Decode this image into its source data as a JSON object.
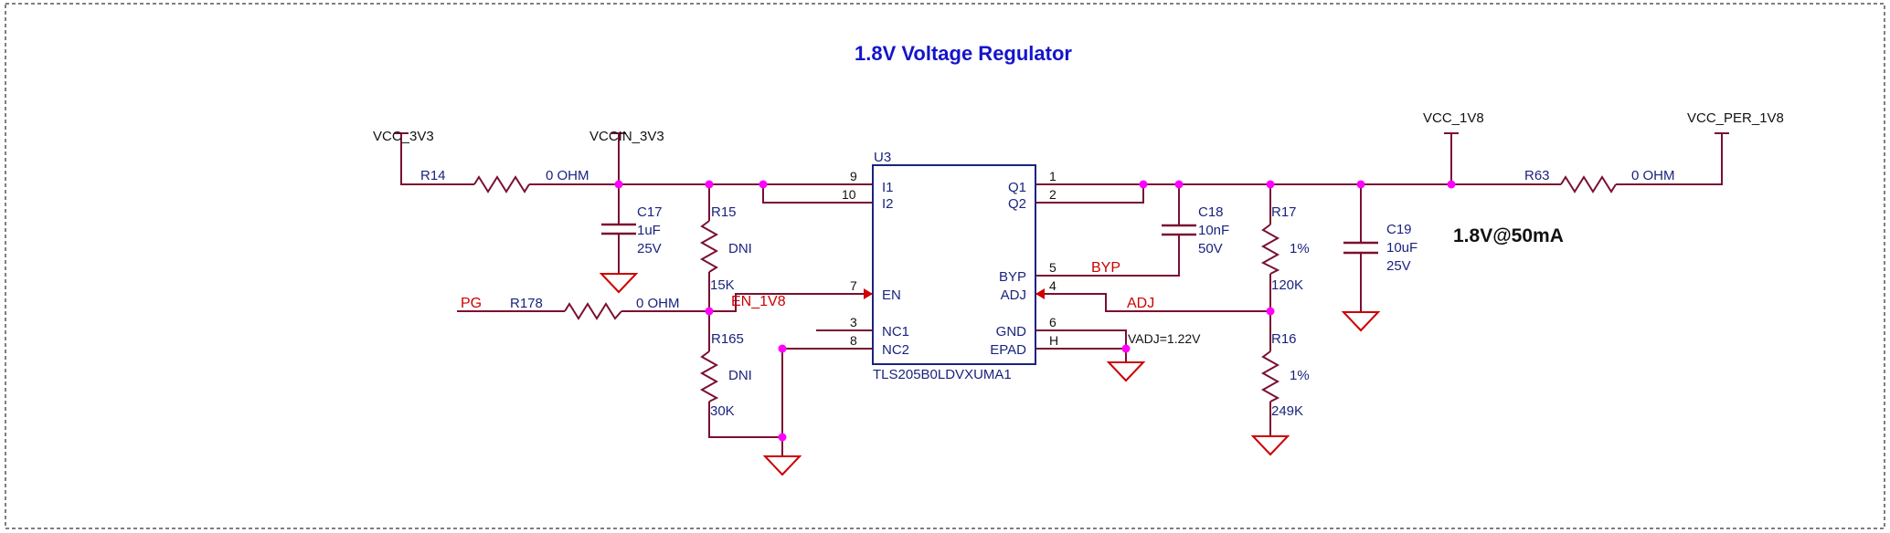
{
  "title": "1.8V Voltage Regulator",
  "note": "1.8V@50mA",
  "colors": {
    "wire": "#7a1030",
    "ink": "#1a237e",
    "net": "#cc0000",
    "title": "#1414cc",
    "junction": "#ff00ff",
    "border": "#555555"
  },
  "power_labels": {
    "vcc_3v3": "VCC_3V3",
    "vccin_3v3": "VCCIN_3V3",
    "vcc_1v8": "VCC_1V8",
    "vcc_per_1v8": "VCC_PER_1V8"
  },
  "net_labels": {
    "pg": "PG",
    "en_1v8": "EN_1V8",
    "byp": "BYP",
    "adj": "ADJ"
  },
  "annotation": "VADJ=1.22V",
  "resistors": {
    "r14": {
      "ref": "R14",
      "value": "0 OHM"
    },
    "r63": {
      "ref": "R63",
      "value": "0 OHM"
    },
    "r178": {
      "ref": "R178",
      "value": "0 OHM"
    },
    "r15": {
      "ref": "R15",
      "note": "DNI",
      "value": "15K"
    },
    "r165": {
      "ref": "R165",
      "note": "DNI",
      "value": "30K"
    },
    "r17": {
      "ref": "R17",
      "note": "1%",
      "value": "120K"
    },
    "r16": {
      "ref": "R16",
      "note": "1%",
      "value": "249K"
    }
  },
  "capacitors": {
    "c17": {
      "ref": "C17",
      "value": "1uF",
      "voltage": "25V"
    },
    "c18": {
      "ref": "C18",
      "value": "10nF",
      "voltage": "50V"
    },
    "c19": {
      "ref": "C19",
      "value": "10uF",
      "voltage": "25V"
    }
  },
  "ic": {
    "ref": "U3",
    "part": "TLS205B0LDVXUMA1",
    "left_pins": [
      {
        "num": "9",
        "name": "I1"
      },
      {
        "num": "10",
        "name": "I2"
      },
      {
        "num": "7",
        "name": "EN"
      },
      {
        "num": "3",
        "name": "NC1"
      },
      {
        "num": "8",
        "name": "NC2"
      }
    ],
    "right_pins": [
      {
        "num": "1",
        "name": "Q1"
      },
      {
        "num": "2",
        "name": "Q2"
      },
      {
        "num": "5",
        "name": "BYP"
      },
      {
        "num": "4",
        "name": "ADJ"
      },
      {
        "num": "6",
        "name": "GND"
      },
      {
        "num": "H",
        "name": "EPAD"
      }
    ]
  }
}
